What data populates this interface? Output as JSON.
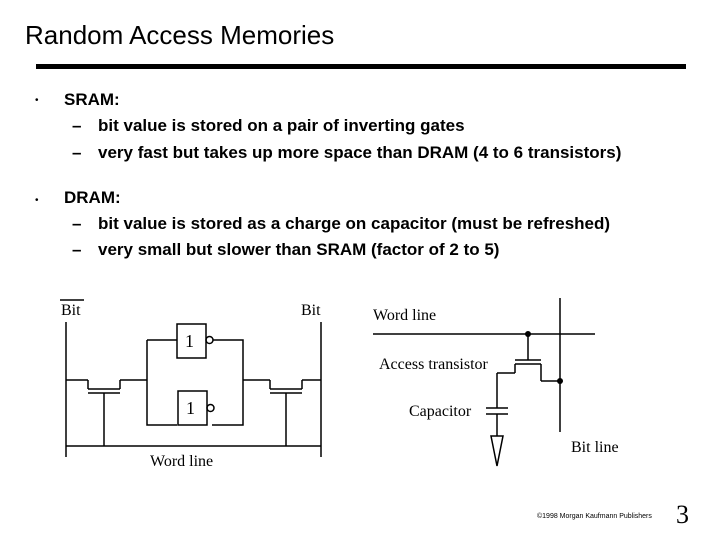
{
  "title": "Random Access Memories",
  "bullets": [
    {
      "marker": "•",
      "label": "SRAM:",
      "subs": [
        {
          "marker": "–",
          "text": "bit value is stored on a pair of inverting gates"
        },
        {
          "marker": "–",
          "text": "very fast but takes up more space than DRAM (4 to 6 transistors)"
        }
      ]
    },
    {
      "marker": "•",
      "label": "DRAM:",
      "subs": [
        {
          "marker": "–",
          "text": "bit value is stored as a charge on capacitor (must be refreshed)"
        },
        {
          "marker": "–",
          "text": "very small but slower than SRAM (factor of 2 to 5)"
        }
      ]
    }
  ],
  "sram_diagram": {
    "bit_bar_label": "Bit",
    "bit_label": "Bit",
    "inverter_top_label": "1",
    "inverter_bottom_label": "1",
    "word_line_label": "Word line"
  },
  "dram_diagram": {
    "word_line_label": "Word line",
    "access_transistor_label": "Access transistor",
    "capacitor_label": "Capacitor",
    "bit_line_label": "Bit line"
  },
  "footer": {
    "copyright": "©1998 Morgan Kaufmann Publishers",
    "page_number": "3"
  }
}
